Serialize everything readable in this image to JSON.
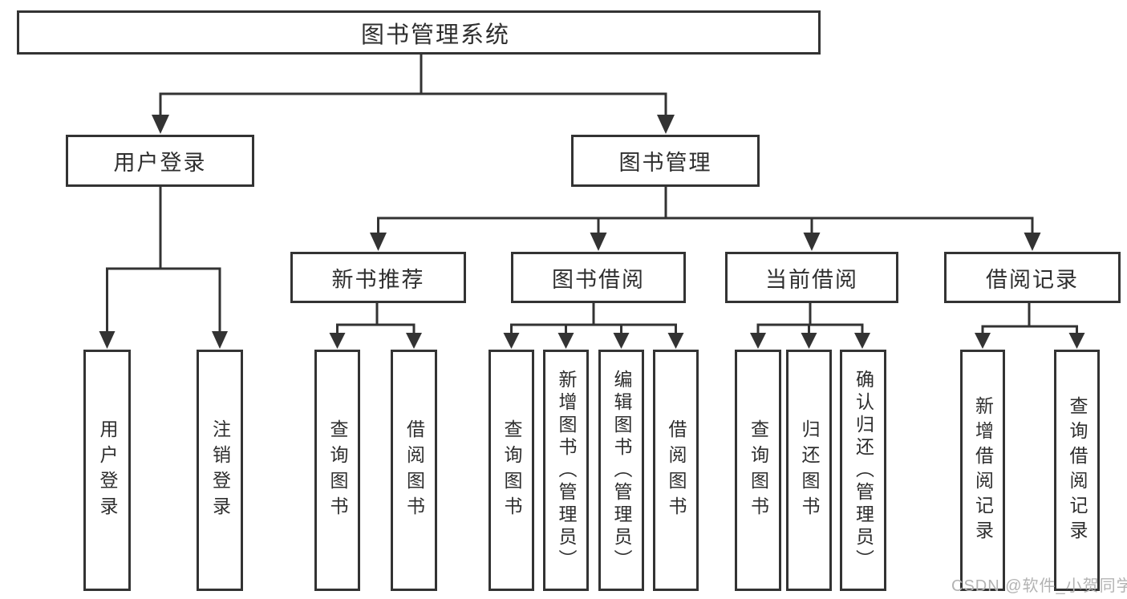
{
  "diagram": {
    "type": "hierarchy-tree",
    "title": "图书管理系统",
    "colors": {
      "line": "#333333",
      "box_border": "#333333",
      "box_fill": "#ffffff",
      "text": "#2e2e2e",
      "background": "#ffffff"
    },
    "nodes": {
      "root": {
        "label": "图书管理系统"
      },
      "login": {
        "label": "用户登录"
      },
      "books": {
        "label": "图书管理"
      },
      "recommend": {
        "label": "新书推荐"
      },
      "borrow": {
        "label": "图书借阅"
      },
      "current": {
        "label": "当前借阅"
      },
      "records": {
        "label": "借阅记录"
      },
      "login_user": {
        "label": "用户登录"
      },
      "login_logout": {
        "label": "注销登录"
      },
      "recommend_query": {
        "label": "查询图书"
      },
      "recommend_lend": {
        "label": "借阅图书"
      },
      "borrow_query": {
        "label": "查询图书"
      },
      "borrow_add": {
        "label": "新增图书（管理员）"
      },
      "borrow_edit": {
        "label": "编辑图书（管理员）"
      },
      "borrow_lend": {
        "label": "借阅图书"
      },
      "current_query": {
        "label": "查询图书"
      },
      "current_return": {
        "label": "归还图书"
      },
      "current_confirm": {
        "label": "确认归还（管理员）"
      },
      "records_add": {
        "label": "新增借阅记录"
      },
      "records_query": {
        "label": "查询借阅记录"
      }
    },
    "edges": [
      [
        "图书管理系统",
        "用户登录"
      ],
      [
        "图书管理系统",
        "图书管理"
      ],
      [
        "用户登录",
        "用户登录"
      ],
      [
        "用户登录",
        "注销登录"
      ],
      [
        "图书管理",
        "新书推荐"
      ],
      [
        "图书管理",
        "图书借阅"
      ],
      [
        "图书管理",
        "当前借阅"
      ],
      [
        "图书管理",
        "借阅记录"
      ],
      [
        "新书推荐",
        "查询图书"
      ],
      [
        "新书推荐",
        "借阅图书"
      ],
      [
        "图书借阅",
        "查询图书"
      ],
      [
        "图书借阅",
        "新增图书（管理员）"
      ],
      [
        "图书借阅",
        "编辑图书（管理员）"
      ],
      [
        "图书借阅",
        "借阅图书"
      ],
      [
        "当前借阅",
        "查询图书"
      ],
      [
        "当前借阅",
        "归还图书"
      ],
      [
        "当前借阅",
        "确认归还（管理员）"
      ],
      [
        "借阅记录",
        "新增借阅记录"
      ],
      [
        "借阅记录",
        "查询借阅记录"
      ]
    ]
  },
  "watermark": {
    "text": "CSDN @软件_小贺同学",
    "color": "#b3b3b3"
  }
}
